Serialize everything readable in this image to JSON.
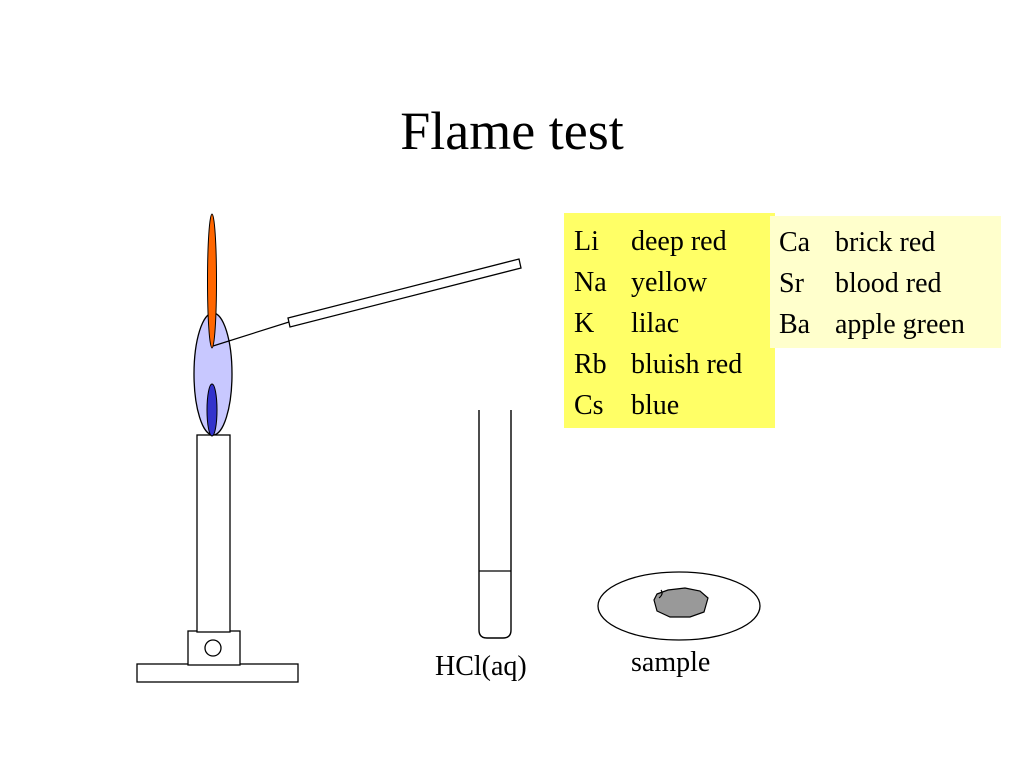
{
  "title": "Flame test",
  "alkali": [
    {
      "symbol": "Li",
      "color": "deep red"
    },
    {
      "symbol": "Na",
      "color": "yellow"
    },
    {
      "symbol": "K",
      "color": "lilac"
    },
    {
      "symbol": "Rb",
      "color": "bluish red"
    },
    {
      "symbol": "Cs",
      "color": "blue"
    }
  ],
  "alkaline_earth": [
    {
      "symbol": "Ca",
      "color": "brick red"
    },
    {
      "symbol": "Sr",
      "color": "blood red"
    },
    {
      "symbol": "Ba",
      "color": "apple green"
    }
  ],
  "labels": {
    "test_tube": "HCl(aq)",
    "dish": "sample"
  },
  "colors": {
    "box_left": "#ffff66",
    "box_right": "#ffffcc",
    "outer_flame": "#c8c8ff",
    "inner_flame": "#3333cc",
    "orange_flame": "#ff6600",
    "sample": "#999999"
  }
}
